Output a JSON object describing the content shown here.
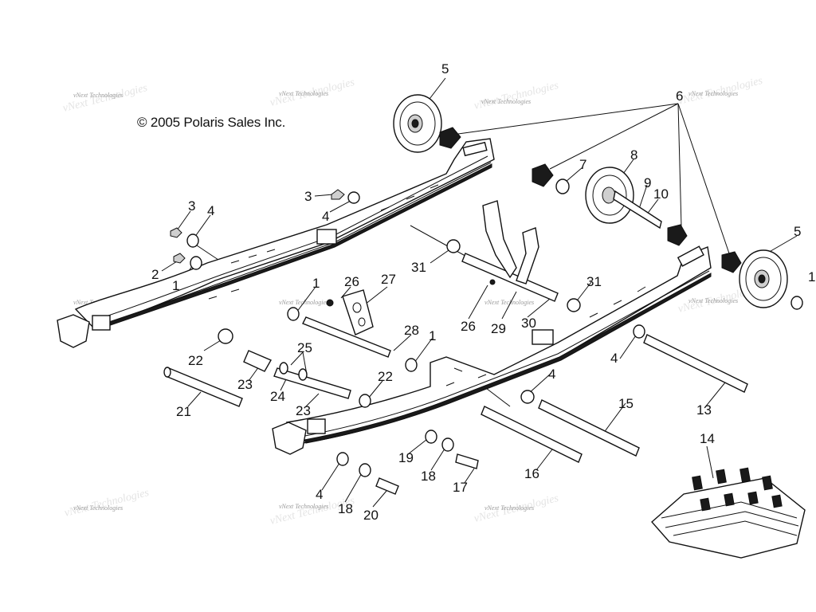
{
  "copyright": "© 2005 Polaris Sales Inc.",
  "watermark": "vNext Technologies",
  "callout_labels": {
    "c1": "1",
    "c2": "1",
    "c3": "1",
    "c4": "1",
    "c5": "2",
    "c6": "3",
    "c7": "3",
    "c8": "4",
    "c9": "4",
    "c10": "4",
    "c11": "4",
    "c12": "4",
    "c13": "5",
    "c14": "5",
    "c15": "6",
    "c16": "7",
    "c17": "8",
    "c18": "9",
    "c19": "10",
    "c20": "13",
    "c21": "14",
    "c22": "15",
    "c23": "16",
    "c24": "17",
    "c25": "18",
    "c26": "18",
    "c27": "19",
    "c28": "20",
    "c29": "21",
    "c30": "22",
    "c31": "22",
    "c32": "23",
    "c33": "23",
    "c34": "24",
    "c35": "25",
    "c36": "26",
    "c37": "26",
    "c38": "27",
    "c39": "28",
    "c40": "29",
    "c41": "30",
    "c42": "31",
    "c43": "31"
  }
}
